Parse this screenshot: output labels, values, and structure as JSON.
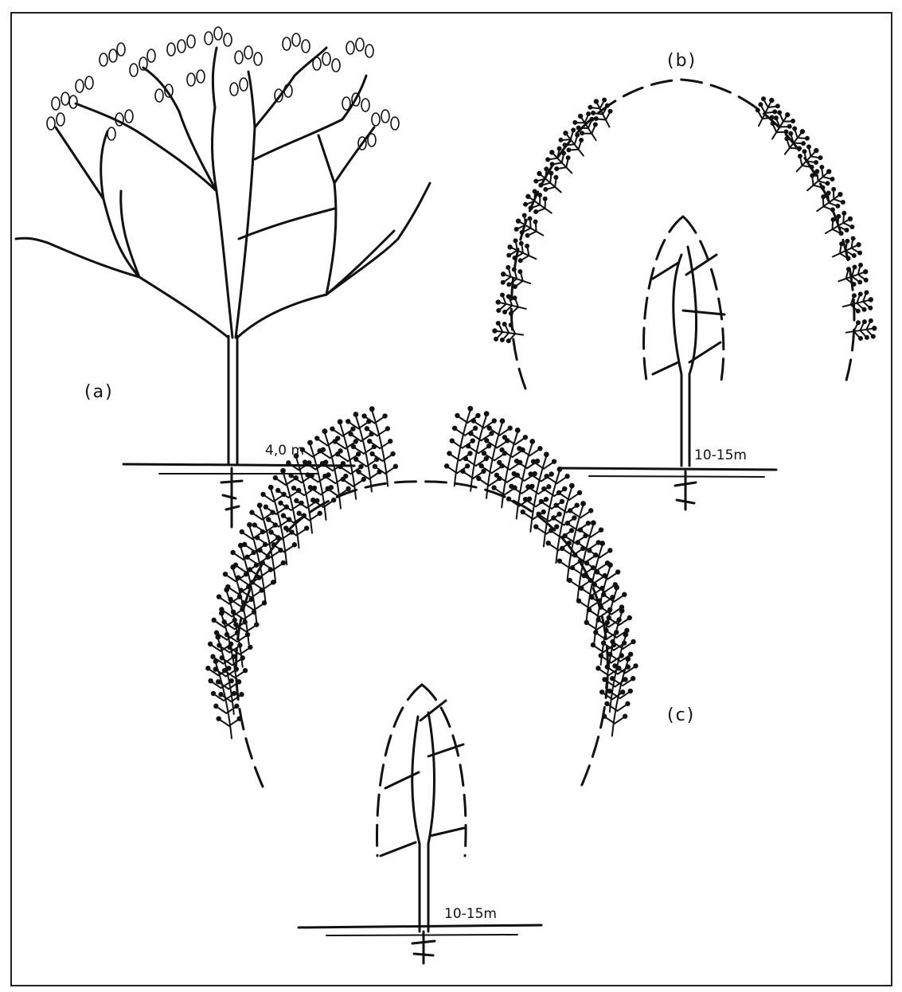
{
  "figure": {
    "panels": [
      {
        "id": "a",
        "label": "(a)",
        "height_label": "4,0 m"
      },
      {
        "id": "b",
        "label": "(b)",
        "height_label": "10-15m"
      },
      {
        "id": "c",
        "label": "(c)",
        "height_label": "10-15m"
      }
    ],
    "colors": {
      "ink": "#111111",
      "background": "#ffffff",
      "border": "#222222"
    }
  }
}
